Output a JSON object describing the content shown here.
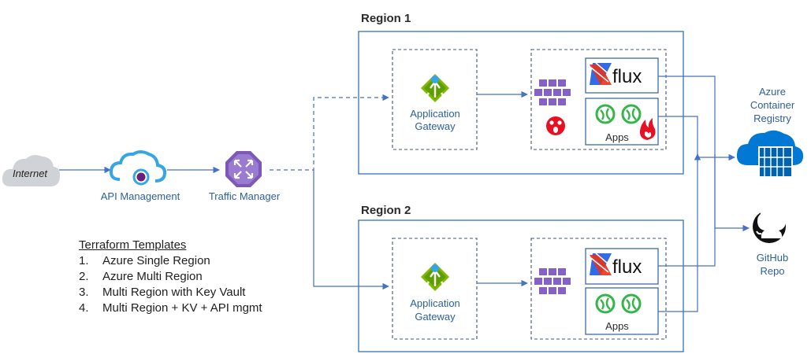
{
  "nodes": {
    "internet": "Internet",
    "api_management": "API Management",
    "traffic_manager": "Traffic Manager",
    "azure_container_registry": [
      "Azure",
      "Container",
      "Registry"
    ],
    "github_repo": [
      "GitHub",
      "Repo"
    ]
  },
  "regions": [
    {
      "title": "Region 1",
      "gateway": [
        "Application",
        "Gateway"
      ],
      "flux": "flux",
      "apps": "Apps"
    },
    {
      "title": "Region 2",
      "gateway": [
        "Application",
        "Gateway"
      ],
      "flux": "flux",
      "apps": "Apps"
    }
  ],
  "templates": {
    "title": "Terraform Templates",
    "items": [
      {
        "num": "1.",
        "label": "Azure Single Region"
      },
      {
        "num": "2.",
        "label": "Azure Multi Region"
      },
      {
        "num": "3.",
        "label": "Multi Region with Key Vault"
      },
      {
        "num": "4.",
        "label": "Multi Region + KV + API mgmt"
      }
    ]
  },
  "colors": {
    "line": "#4472c4",
    "border": "#2e75b6",
    "dash": "#44546a",
    "green": "#7fba00",
    "purple": "#7b59b5",
    "azure": "#0078d4",
    "red": "#e81123"
  }
}
